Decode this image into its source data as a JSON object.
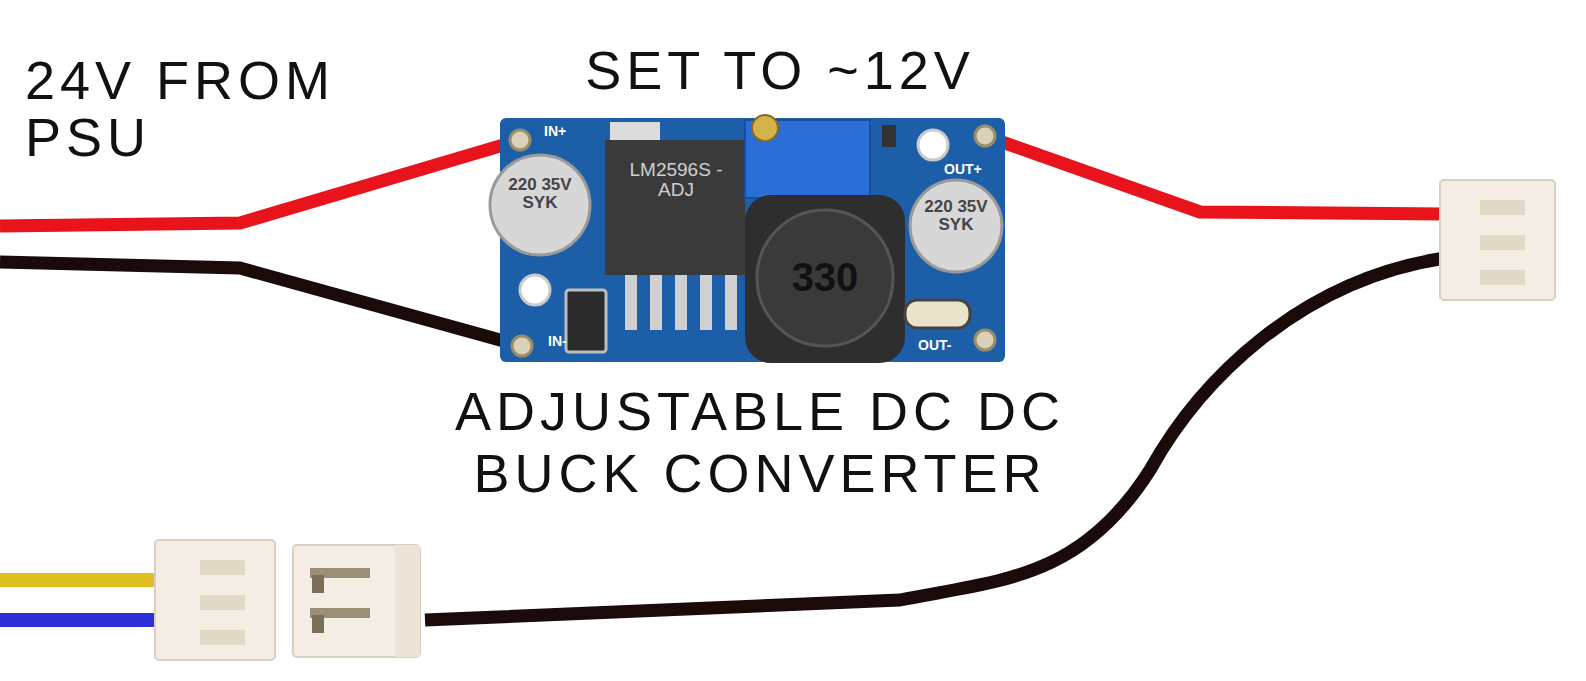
{
  "diagram": {
    "labels": [
      "24V FROM PSU",
      "SET TO ~12V",
      "IN+",
      "IN-",
      "LM2596S -ADJ",
      "220 35V SYK",
      "330",
      "220 35V SYK",
      "OUT+",
      "OUT-",
      "ADJUSTABLE DC DC BUCK CONVERTER"
    ]
  }
}
